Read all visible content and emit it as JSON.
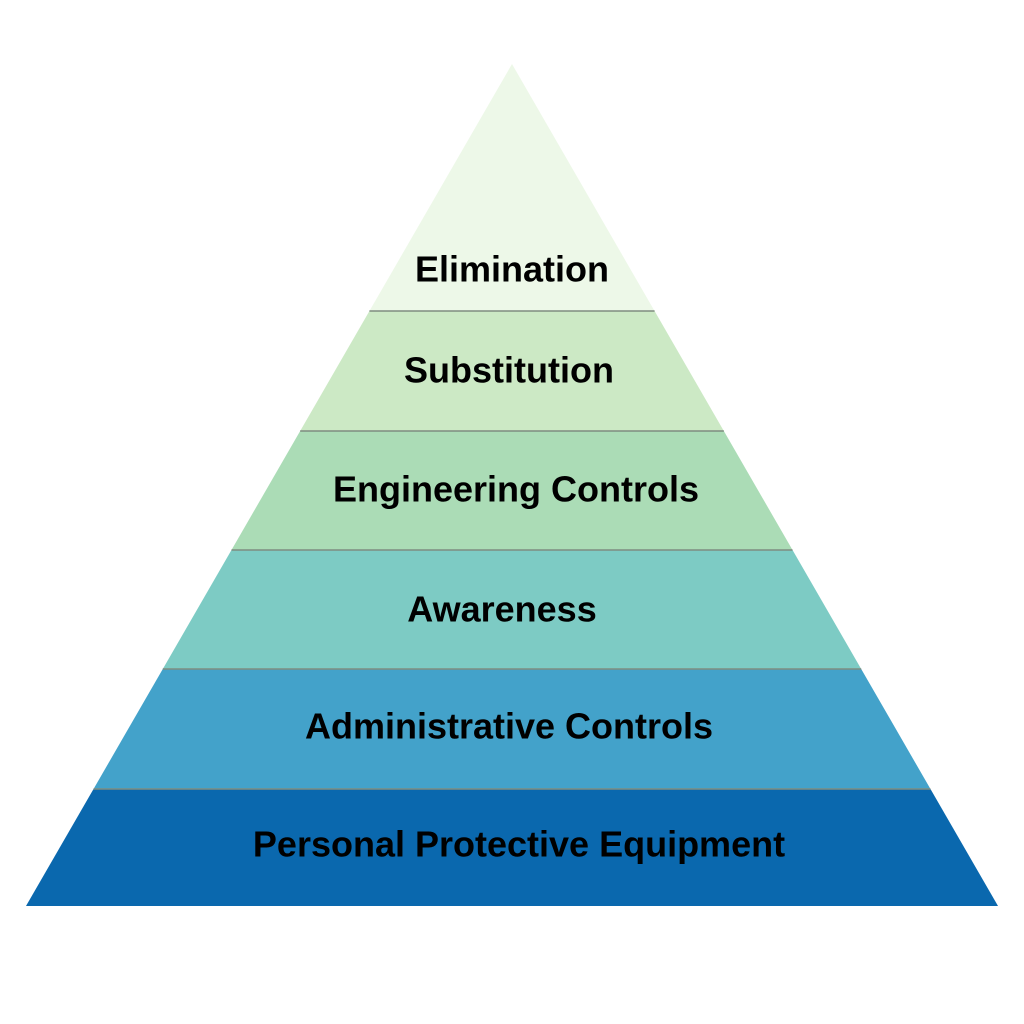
{
  "pyramid": {
    "tiers": [
      {
        "label": "Elimination",
        "color": "#EDF8E8"
      },
      {
        "label": "Substitution",
        "color": "#CCE9C5"
      },
      {
        "label": "Engineering Controls",
        "color": "#ABDCB6"
      },
      {
        "label": "Awareness",
        "color": "#7DCBC4"
      },
      {
        "label": "Administrative Controls",
        "color": "#43A2CA"
      },
      {
        "label": "Personal Protective Equipment",
        "color": "#0A68AE"
      }
    ],
    "divider_color": "#7E8C80"
  }
}
